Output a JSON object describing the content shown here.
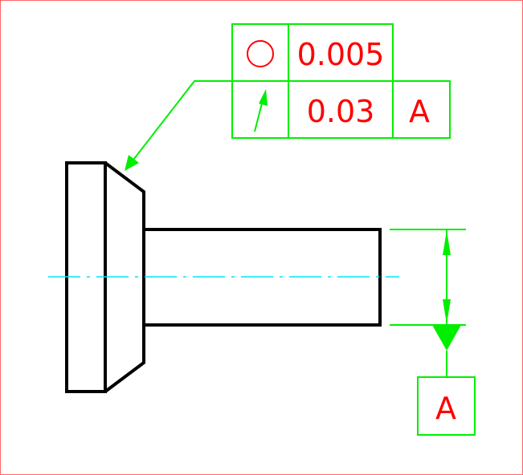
{
  "feature_control_frame": {
    "row1": {
      "symbol": "circularity",
      "tolerance": "0.005"
    },
    "row2": {
      "symbol": "circular-runout",
      "tolerance": "0.03",
      "datum": "A"
    }
  },
  "datum_feature": {
    "label": "A"
  },
  "colors": {
    "annotation": "#00ee00",
    "text": "#ff0000",
    "part": "#000000",
    "centerline": "#00e5ee",
    "border": "#ff4444"
  }
}
